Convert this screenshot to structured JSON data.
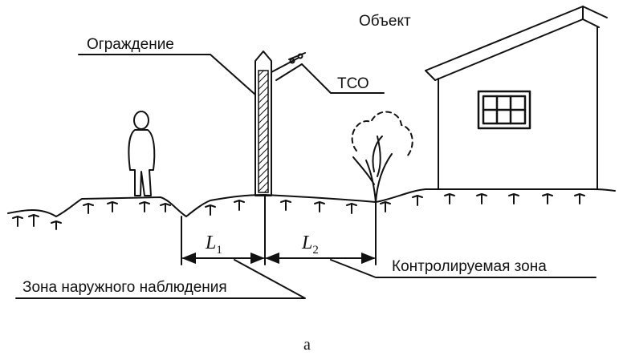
{
  "labels": {
    "object": "Объект",
    "fence": "Ограждение",
    "tso": "ТСО",
    "controlled_zone": "Контролируемая зона",
    "outer_zone": "Зона наружного наблюдения",
    "figure_letter": "а"
  },
  "dimensions": {
    "l1_symbol": "L",
    "l1_sub": "1",
    "l2_symbol": "L",
    "l2_sub": "2"
  }
}
